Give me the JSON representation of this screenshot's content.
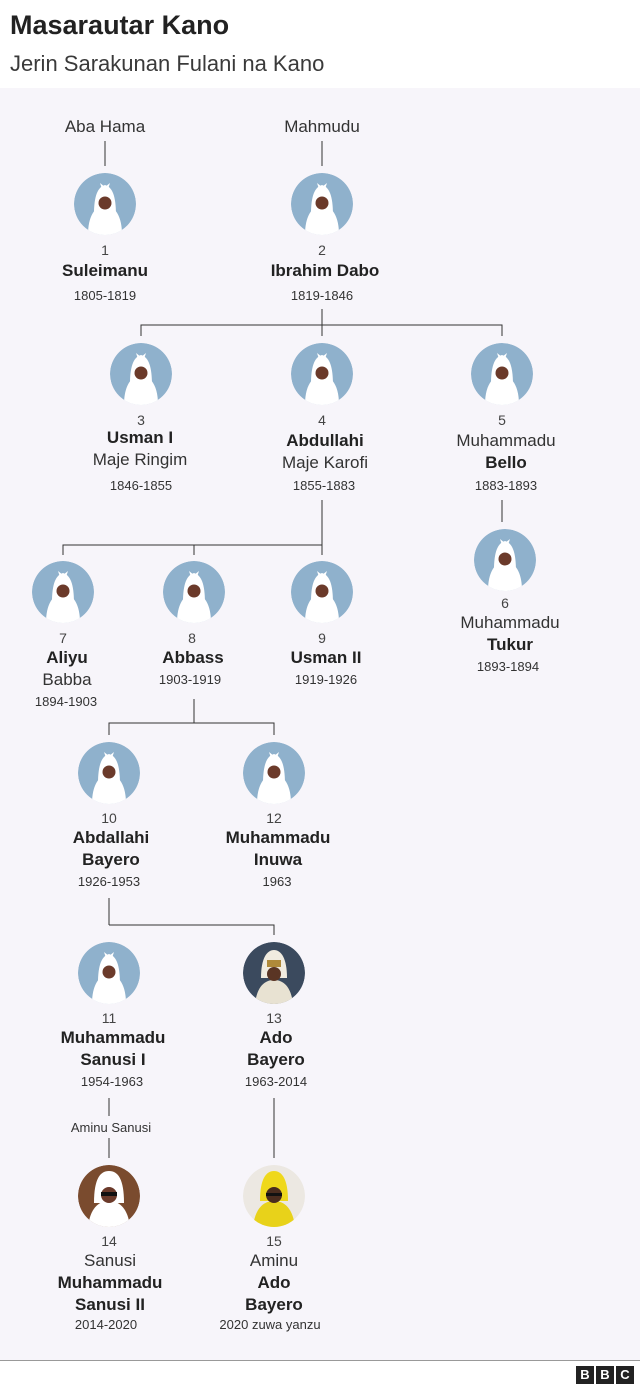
{
  "header": {
    "title": "Masarautar Kano",
    "subtitle": "Jerin Sarakunan Fulani na Kano"
  },
  "ancestors": {
    "aba_hama": "Aba Hama",
    "mahmudu": "Mahmudu",
    "aminu_sanusi": "Aminu Sanusi"
  },
  "rulers": {
    "r1": {
      "num": "1",
      "name": "Suleimanu",
      "years": "1805-1819"
    },
    "r2": {
      "num": "2",
      "name": "Ibrahim Dabo",
      "years": "1819-1846"
    },
    "r3": {
      "num": "3",
      "name": "Usman I",
      "sub": "Maje Ringim",
      "years": "1846-1855"
    },
    "r4": {
      "num": "4",
      "name": "Abdullahi",
      "sub": "Maje Karofi",
      "years": "1855-1883"
    },
    "r5": {
      "num": "5",
      "pre": "Muhammadu",
      "name": "Bello",
      "years": "1883-1893"
    },
    "r6": {
      "num": "6",
      "pre": "Muhammadu",
      "name": "Tukur",
      "years": "1893-1894"
    },
    "r7": {
      "num": "7",
      "name": "Aliyu",
      "sub": "Babba",
      "years": "1894-1903"
    },
    "r8": {
      "num": "8",
      "name": "Abbass",
      "years": "1903-1919"
    },
    "r9": {
      "num": "9",
      "name": "Usman II",
      "years": "1919-1926"
    },
    "r10": {
      "num": "10",
      "name1": "Abdallahi",
      "name2": "Bayero",
      "years": "1926-1953"
    },
    "r11": {
      "num": "11",
      "name1": "Muhammadu",
      "name2": "Sanusi I",
      "years": "1954-1963"
    },
    "r12": {
      "num": "12",
      "name1": "Muhammadu",
      "name2": "Inuwa",
      "years": "1963"
    },
    "r13": {
      "num": "13",
      "name1": "Ado",
      "name2": "Bayero",
      "years": "1963-2014"
    },
    "r14": {
      "num": "14",
      "pre": "Sanusi",
      "name1": "Muhammadu",
      "name2": "Sanusi II",
      "years": "2014-2020"
    },
    "r15": {
      "num": "15",
      "pre": "Aminu",
      "name1": "Ado",
      "name2": "Bayero",
      "years": "2020 zuwa yanzu"
    }
  },
  "footer": {
    "logo": [
      "B",
      "B",
      "C"
    ]
  },
  "colors": {
    "avatar_bg": "#8fb1cc",
    "turban": "#ffffff",
    "face": "#6b3a2a",
    "line": "#333333"
  }
}
